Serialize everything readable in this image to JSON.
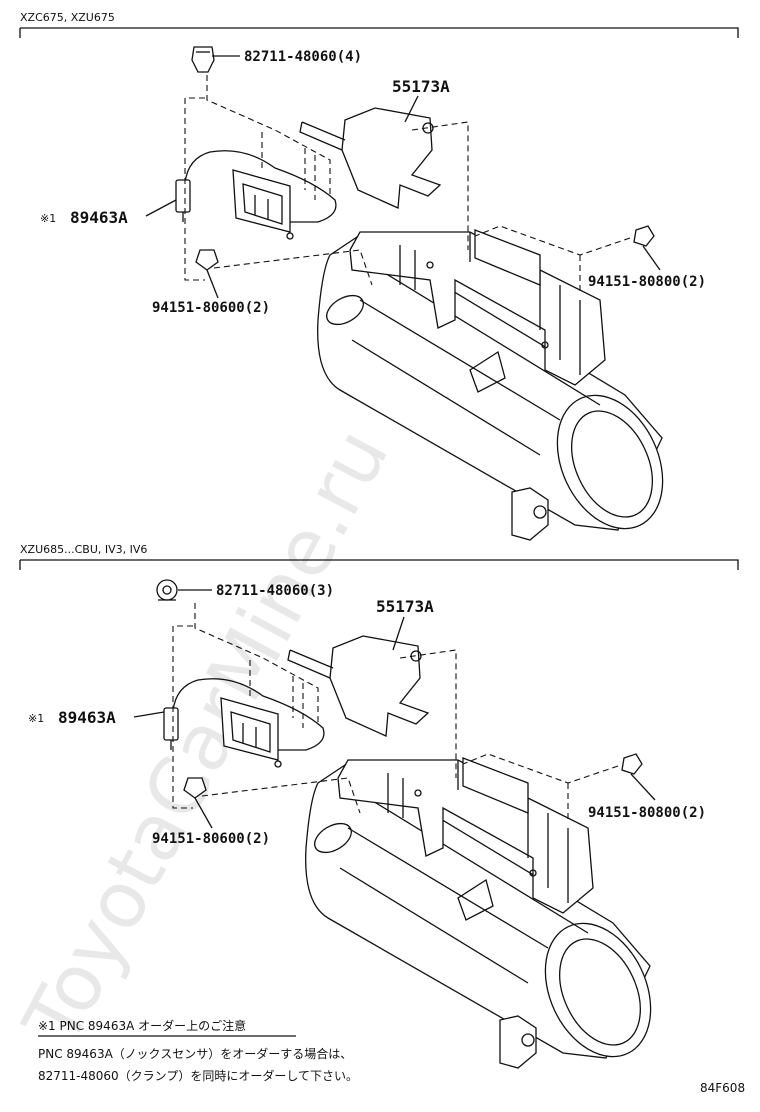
{
  "watermark": "ToyotaCarMine.ru",
  "sections": [
    {
      "header": "XZC675, XZU675",
      "labels": {
        "clamp": "82711-48060(4)",
        "bracket": "55173A",
        "sensor": "89463A",
        "sensor_mark": "※1",
        "nut_left": "94151-80600(2)",
        "nut_right": "94151-80800(2)"
      }
    },
    {
      "header": "XZU685...CBU, IV3, IV6",
      "labels": {
        "clamp": "82711-48060(3)",
        "bracket": "55173A",
        "sensor": "89463A",
        "sensor_mark": "※1",
        "nut_left": "94151-80600(2)",
        "nut_right": "94151-80800(2)"
      }
    }
  ],
  "note": {
    "title": "※1  PNC 89463A オーダー上のご注意",
    "line1": "PNC 89463A（ノックスセンサ）をオーダーする場合は、",
    "line2": "82711-48060（クランプ）を同時にオーダーして下さい。"
  },
  "figure_code": "84F608"
}
